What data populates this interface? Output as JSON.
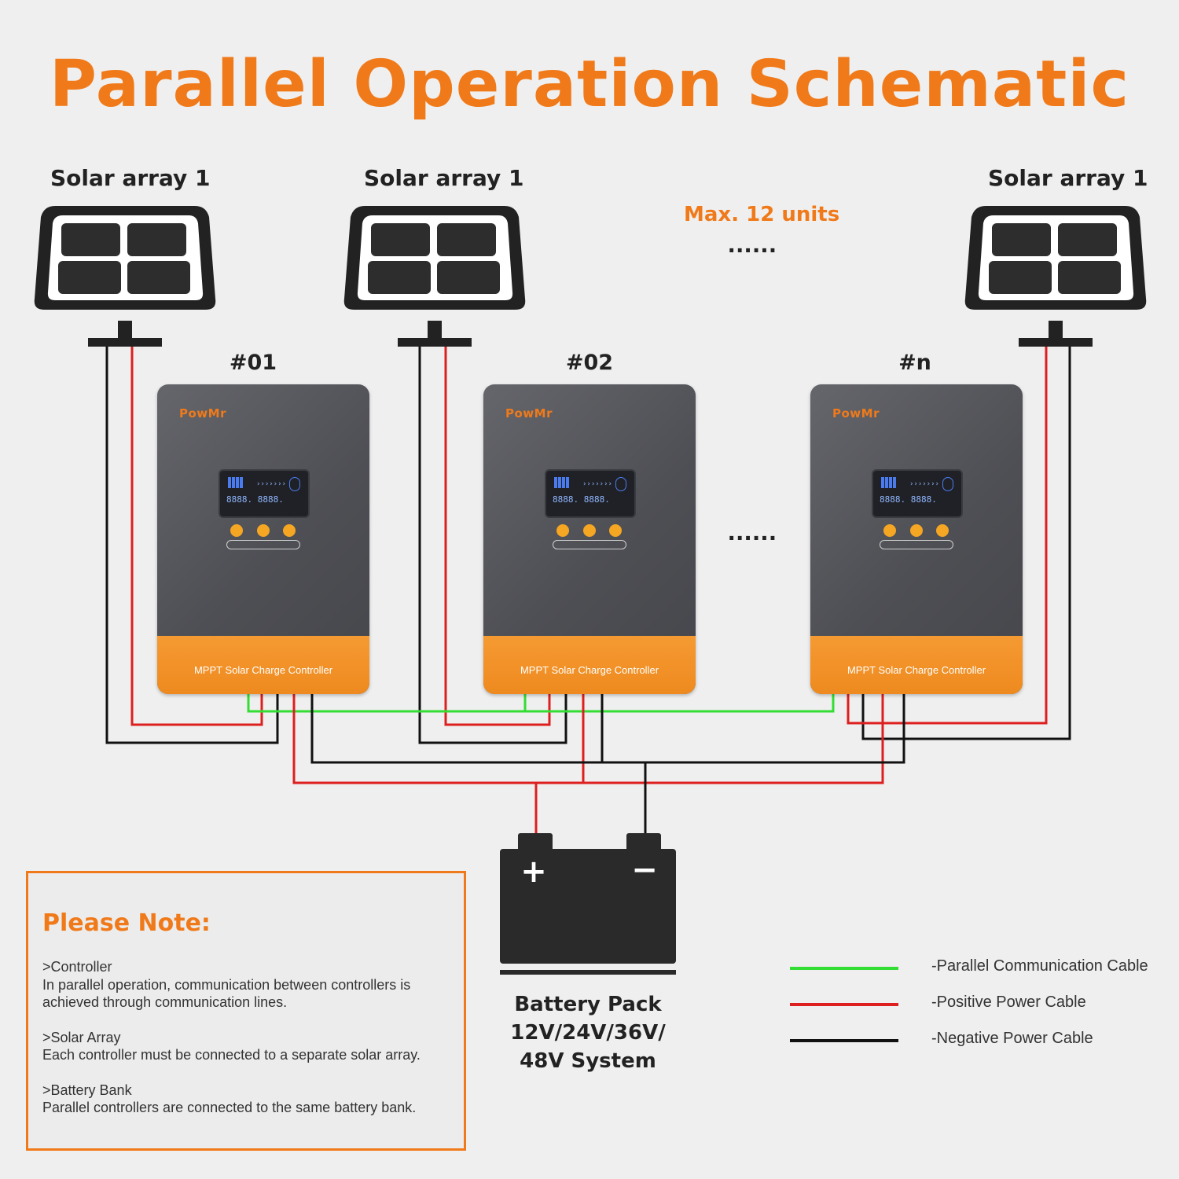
{
  "title": "Parallel Operation Schematic",
  "arrays": [
    {
      "label": "Solar array 1"
    },
    {
      "label": "Solar array 1"
    },
    {
      "label": "Solar array 1"
    }
  ],
  "max_units": "Max. 12 units",
  "ellipsis": "......",
  "controllers": [
    {
      "id": "#01",
      "brand": "PowMr",
      "screen": "8888. 8888.",
      "footer": "MPPT Solar Charge Controller"
    },
    {
      "id": "#02",
      "brand": "PowMr",
      "screen": "8888. 8888.",
      "footer": "MPPT Solar Charge Controller"
    },
    {
      "id": "#n",
      "brand": "PowMr",
      "screen": "8888. 8888.",
      "footer": "MPPT Solar Charge Controller"
    }
  ],
  "battery": {
    "plus": "+",
    "minus": "−",
    "label_line1": "Battery Pack",
    "label_line2": "12V/24V/36V/",
    "label_line3": "48V System"
  },
  "note": {
    "title": "Please Note:",
    "items": [
      {
        "heading": ">Controller",
        "text": "In parallel operation, communication between controllers is achieved through communication lines."
      },
      {
        "heading": ">Solar Array",
        "text": "Each controller must be connected to a separate solar array."
      },
      {
        "heading": ">Battery Bank",
        "text": "Parallel controllers are connected to the same battery bank."
      }
    ]
  },
  "legend": [
    {
      "label": "-Parallel Communication Cable",
      "color": "#33dd33"
    },
    {
      "label": "-Positive Power Cable",
      "color": "#dd1f1f"
    },
    {
      "label": "-Negative Power Cable",
      "color": "#111111"
    }
  ],
  "colors": {
    "accent": "#f07a1a",
    "communication": "#33dd33",
    "positive": "#dd1f1f",
    "negative": "#111111"
  }
}
